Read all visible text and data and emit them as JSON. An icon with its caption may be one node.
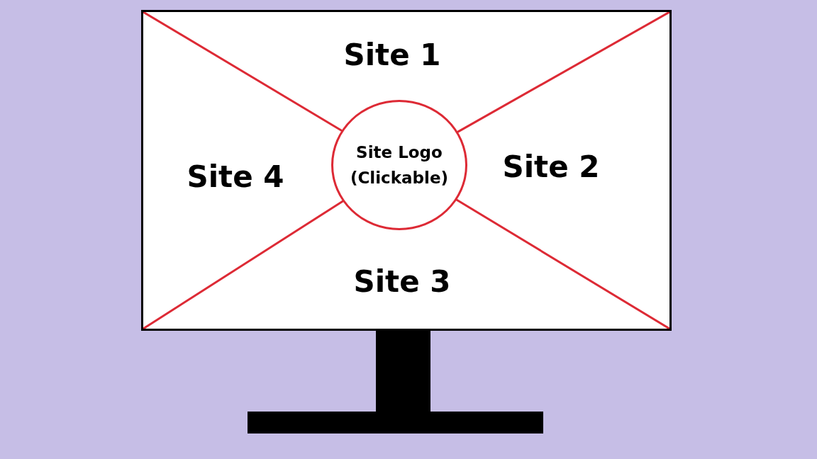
{
  "diagram": {
    "nodes": [
      {
        "text": [],
        "shape": "box"
      },
      {
        "text": [
          "Site Logo (Clickable)"
        ],
        "in": 0
      }
    ],
    "labels": [
      "Site 1",
      "Site 4",
      "Site 2",
      "Site 3"
    ]
  }
}
